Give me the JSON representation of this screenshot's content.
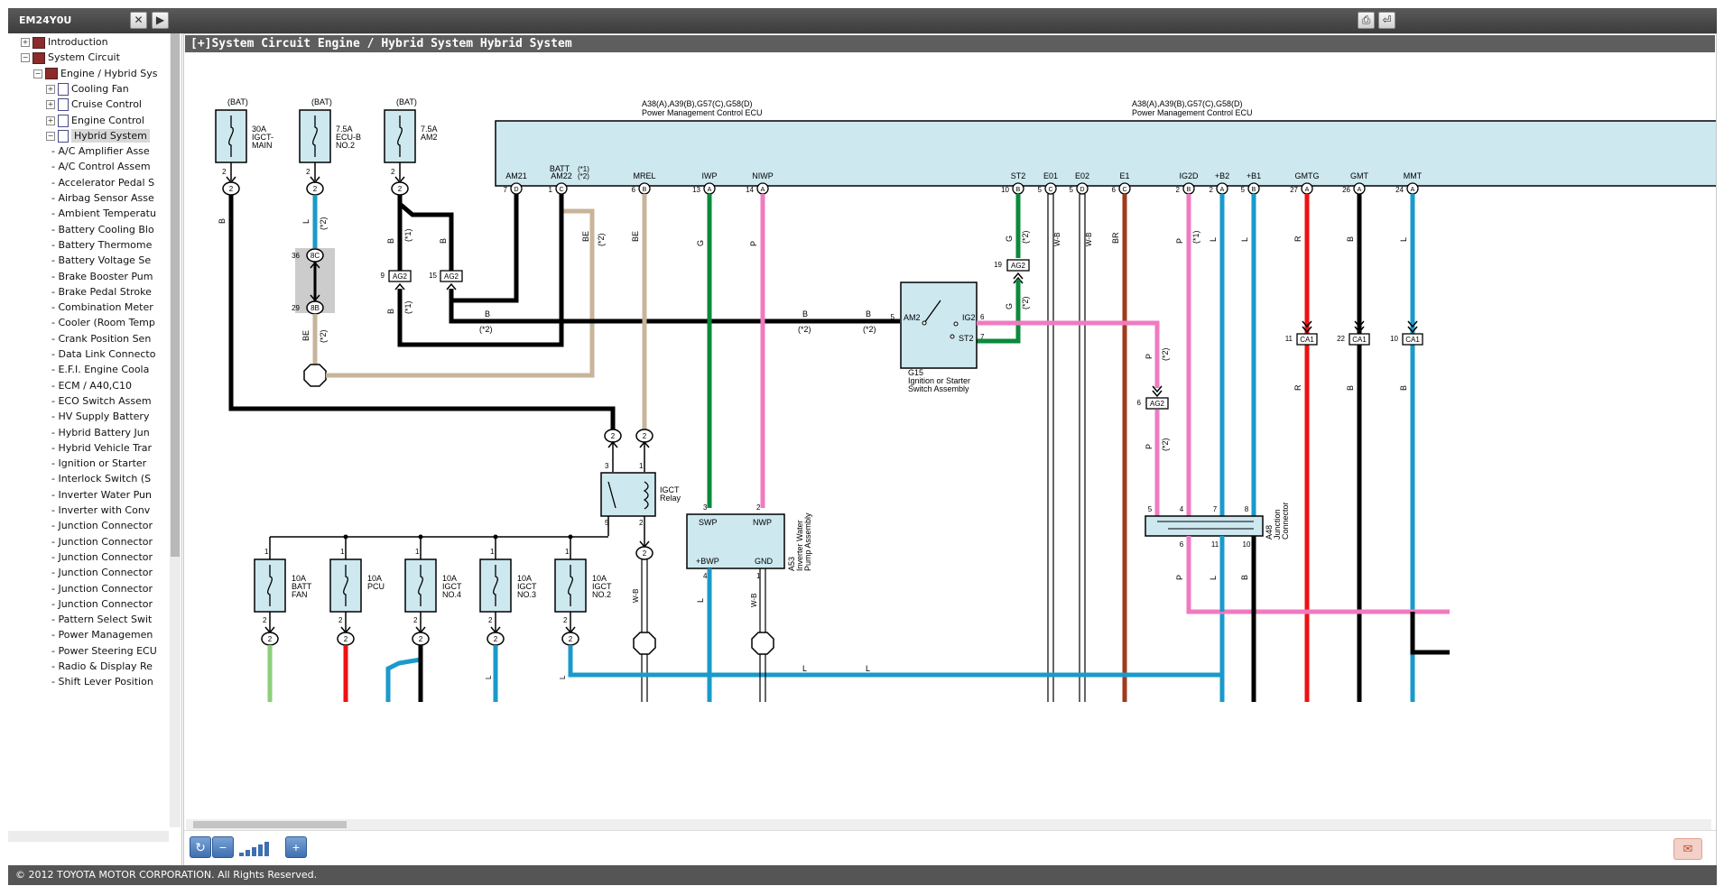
{
  "window": {
    "title": "EM24Y0U",
    "close_glyph": "✕",
    "expand_glyph": "▶",
    "print_glyph": "⎙",
    "back_glyph": "⏎"
  },
  "tree": [
    {
      "label": "Introduction",
      "toggle": "+",
      "icon": "book-icon"
    },
    {
      "label": "System Circuit",
      "toggle": "−",
      "icon": "book-icon"
    },
    {
      "label": "Engine / Hybrid Sys",
      "toggle": "−",
      "icon": "book-icon"
    },
    {
      "label": "Cooling Fan",
      "toggle": "+",
      "icon": "page-icon"
    },
    {
      "label": "Cruise Control",
      "toggle": "+",
      "icon": "page-icon"
    },
    {
      "label": "Engine Control",
      "toggle": "+",
      "icon": "page-icon"
    },
    {
      "label": "Hybrid System",
      "toggle": "−",
      "icon": "page-icon",
      "selected": true
    },
    {
      "label": "A/C Amplifier Asse"
    },
    {
      "label": "A/C Control Assem"
    },
    {
      "label": "Accelerator Pedal S"
    },
    {
      "label": "Airbag Sensor Asse"
    },
    {
      "label": "Ambient Temperatu"
    },
    {
      "label": "Battery Cooling Blo"
    },
    {
      "label": "Battery Thermome"
    },
    {
      "label": "Battery Voltage Se"
    },
    {
      "label": "Brake Booster Pum"
    },
    {
      "label": "Brake Pedal Stroke"
    },
    {
      "label": "Combination Meter"
    },
    {
      "label": "Cooler (Room Temp"
    },
    {
      "label": "Crank Position Sen"
    },
    {
      "label": "Data Link Connecto"
    },
    {
      "label": "E.F.I. Engine Coola"
    },
    {
      "label": "ECM / A40,C10"
    },
    {
      "label": "ECO Switch Assem"
    },
    {
      "label": "HV Supply Battery"
    },
    {
      "label": "Hybrid Battery Jun"
    },
    {
      "label": "Hybrid Vehicle Trar"
    },
    {
      "label": "Ignition or Starter"
    },
    {
      "label": "Interlock Switch (S"
    },
    {
      "label": "Inverter Water Pun"
    },
    {
      "label": "Inverter with Conv"
    },
    {
      "label": "Junction Connector"
    },
    {
      "label": "Junction Connector"
    },
    {
      "label": "Junction Connector"
    },
    {
      "label": "Junction Connector"
    },
    {
      "label": "Junction Connector"
    },
    {
      "label": "Junction Connector"
    },
    {
      "label": "Pattern Select Swit"
    },
    {
      "label": "Power Managemen"
    },
    {
      "label": "Power Steering ECU"
    },
    {
      "label": "Radio & Display Re"
    },
    {
      "label": "Shift Lever Position"
    }
  ],
  "breadcrumb": "[+]System Circuit  Engine / Hybrid System  Hybrid System",
  "diagram": {
    "fuses_top": [
      {
        "source": "(BAT)",
        "lines": [
          "30A",
          "IGCT-",
          "MAIN"
        ],
        "pin": "2",
        "wire": "B"
      },
      {
        "source": "(BAT)",
        "lines": [
          "7.5A",
          "ECU-B",
          "NO.2"
        ],
        "pin": "2",
        "wire": "L",
        "note": "(*2)"
      },
      {
        "source": "(BAT)",
        "lines": [
          "7.5A",
          "AM2"
        ],
        "pin": "2",
        "wire": "B"
      }
    ],
    "ecu_label_1": [
      "A38(A),A39(B),G57(C),G58(D)",
      "Power Management Control ECU"
    ],
    "ecu_label_2": [
      "A38(A),A39(B),G57(C),G58(D)",
      "Power Management Control ECU"
    ],
    "ecu_pins": [
      {
        "name": "AM21",
        "num": "7",
        "c": "D",
        "wire": "B",
        "note": "(*1)"
      },
      {
        "name": "AM22",
        "sub": "BATT",
        "n1": "(*1)",
        "n2": "(*2)",
        "num": "1",
        "c": "C",
        "wire": "B",
        "note": "(*1)"
      },
      {
        "name": "MREL",
        "num": "6",
        "c": "B",
        "wire": "BE"
      },
      {
        "name": "IWP",
        "num": "13",
        "c": "A",
        "wire": "G"
      },
      {
        "name": "NIWP",
        "num": "14",
        "c": "A",
        "wire": "P"
      },
      {
        "name": "ST2",
        "num": "10",
        "c": "B",
        "wire": "G",
        "note": "(*2)"
      },
      {
        "name": "E01",
        "num": "5",
        "c": "C",
        "wire": "W-B"
      },
      {
        "name": "E02",
        "num": "5",
        "c": "D",
        "wire": "W-B"
      },
      {
        "name": "E1",
        "num": "6",
        "c": "C",
        "wire": "BR"
      },
      {
        "name": "IG2D",
        "num": "2",
        "c": "B",
        "wire": "P",
        "note": "(*1)"
      },
      {
        "name": "+B2",
        "num": "2",
        "c": "A",
        "wire": "L"
      },
      {
        "name": "+B1",
        "num": "5",
        "c": "B",
        "wire": "L"
      },
      {
        "name": "GMTG",
        "num": "27",
        "c": "A",
        "wire": "R"
      },
      {
        "name": "GMT",
        "num": "26",
        "c": "A",
        "wire": "B"
      },
      {
        "name": "MMT",
        "num": "24",
        "c": "A",
        "wire": "L"
      }
    ],
    "connector_8c": "8C",
    "connector_8b": "8B",
    "pin_36": "36",
    "pin_29": "29",
    "wire_be": "BE",
    "note_2": "(*2)",
    "note_1": "(*1)",
    "wire_b": "B",
    "wire_p": "P",
    "wire_l": "L",
    "wire_r": "R",
    "wire_wb": "W-B",
    "wire_g": "G",
    "ag2": "AG2",
    "ca1": "CA1",
    "ag2_pins": [
      "9",
      "15",
      "19",
      "6"
    ],
    "ca1_pins": [
      "11",
      "22",
      "10"
    ],
    "ignition": {
      "am2": "AM2",
      "ig2": "IG2",
      "st2": "ST2",
      "p5": "5",
      "p6": "6",
      "p7": "7",
      "name": [
        "G15",
        "Ignition or Starter",
        "Switch Assembly"
      ]
    },
    "relay": {
      "label": [
        "IGCT",
        "Relay"
      ],
      "pins": [
        "3",
        "1",
        "5",
        "2"
      ]
    },
    "pump": {
      "swp": "SWP",
      "nwp": "NWP",
      "bwp": "+BWP",
      "gnd": "GND",
      "p3": "3",
      "p2": "2",
      "p4": "4",
      "p1": "1",
      "name": [
        "A53",
        "Inverter Water",
        "Pump Assembly"
      ]
    },
    "junction": {
      "top": [
        "5",
        "4",
        "7",
        "8"
      ],
      "bottom": [
        "6",
        "11",
        "10"
      ],
      "name": [
        "A48",
        "Junction",
        "Connector"
      ]
    },
    "fuses_bottom": [
      {
        "lines": [
          "10A",
          "BATT",
          "FAN"
        ]
      },
      {
        "lines": [
          "10A",
          "PCU"
        ]
      },
      {
        "lines": [
          "10A",
          "IGCT",
          "NO.4"
        ]
      },
      {
        "lines": [
          "10A",
          "IGCT",
          "NO.3"
        ]
      },
      {
        "lines": [
          "10A",
          "IGCT",
          "NO.2"
        ]
      }
    ],
    "pin_one": "1",
    "pin_two": "2",
    "colors": {
      "panel": "#cde8ef",
      "black": "#000000",
      "blue": "#1a9acb",
      "tan": "#c8b49a",
      "green": "#0a8a3a",
      "pink": "#f07ac0",
      "brown": "#a03a1c",
      "red": "#ee1111",
      "lightgreen": "#8ccf7a",
      "grey": "#cccccc"
    }
  },
  "zoom": {
    "rotate_glyph": "↻",
    "zoom_out_glyph": "−",
    "zoom_in_glyph": "+",
    "level_steps": 5,
    "level_current": 5
  },
  "footer": "© 2012 TOYOTA MOTOR CORPORATION. All Rights Reserved."
}
